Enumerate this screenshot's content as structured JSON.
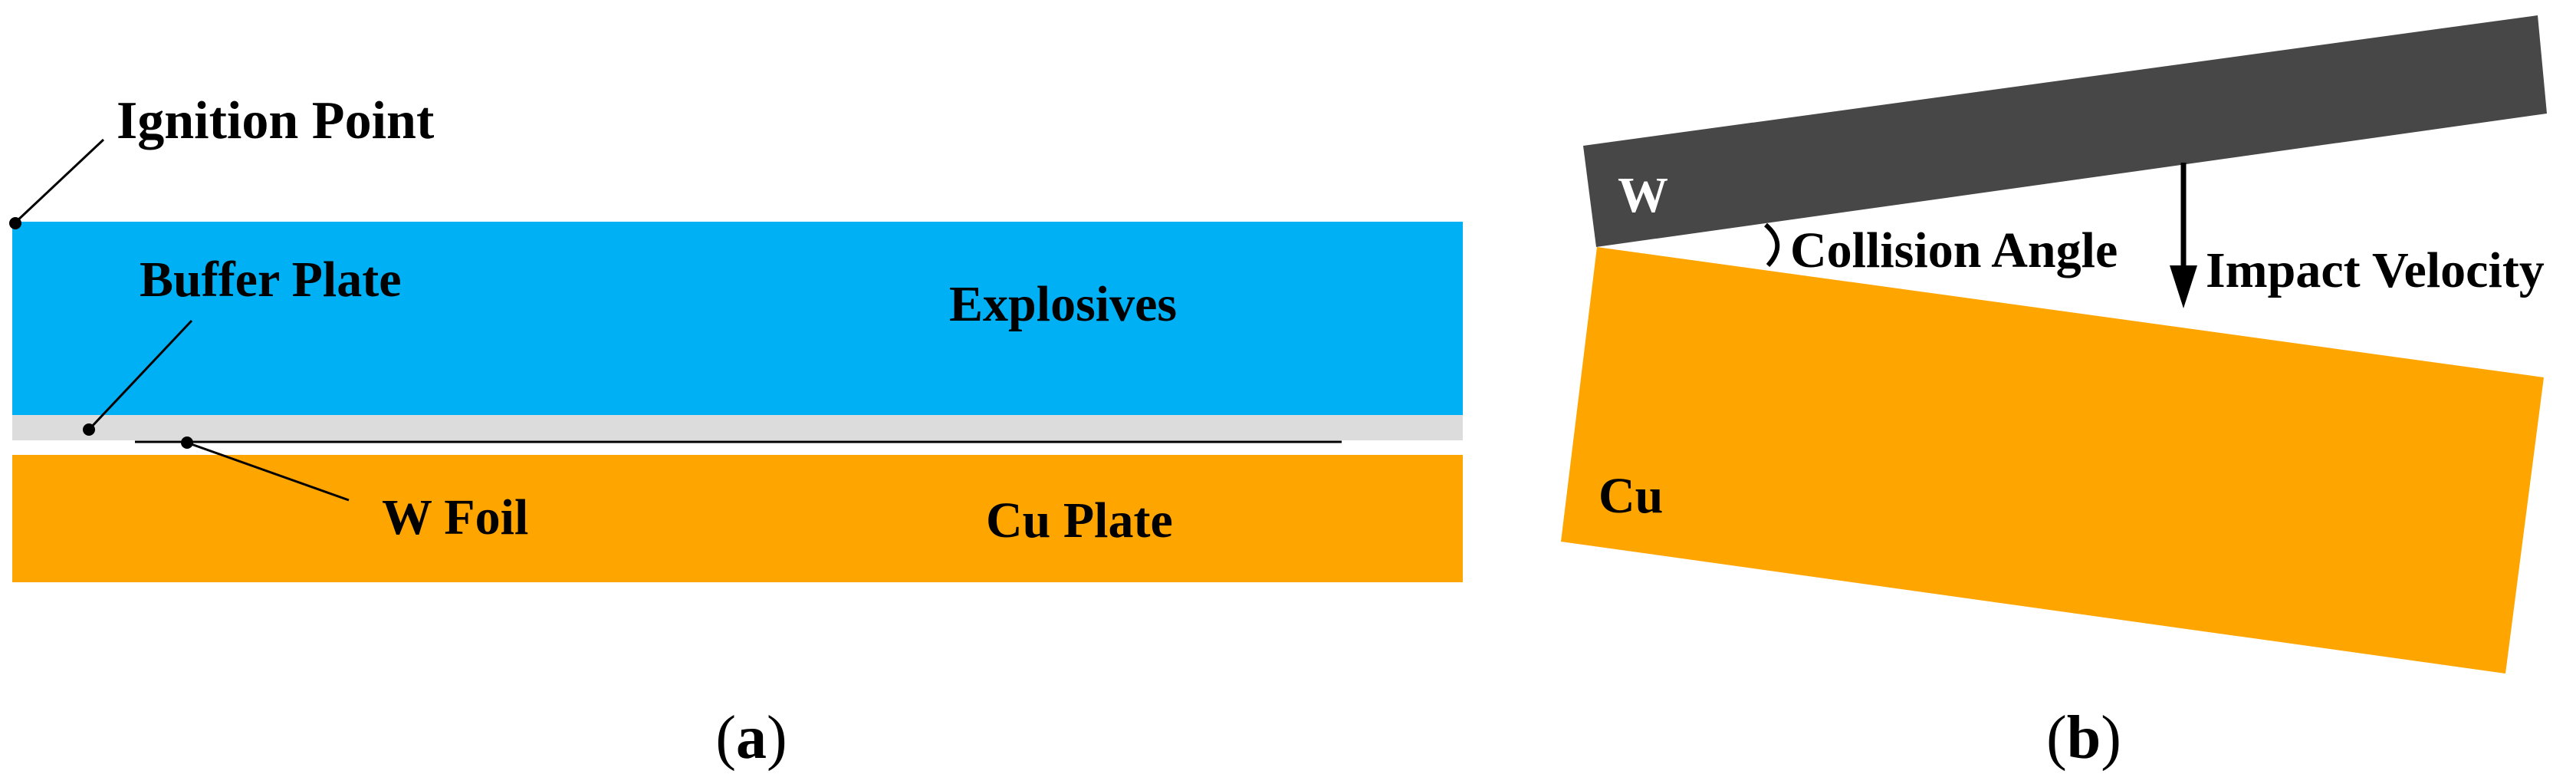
{
  "colors": {
    "explosives": "#00B0F5",
    "buffer_plate": "#DCDCDC",
    "cu_plate": "#FFA500",
    "w_plate": "#474747",
    "leader_line": "#000000"
  },
  "panel_a": {
    "label_open": "(",
    "label_letter": "a",
    "label_close": ")",
    "ignition_point": "Ignition Point",
    "buffer_plate": "Buffer Plate",
    "explosives": "Explosives",
    "w_foil": "W Foil",
    "cu_plate": "Cu Plate"
  },
  "panel_b": {
    "label_open": "(",
    "label_letter": "b",
    "label_close": ")",
    "w": "W",
    "collision_angle": "Collision Angle",
    "impact_velocity": "Impact Velocity",
    "cu": "Cu"
  }
}
